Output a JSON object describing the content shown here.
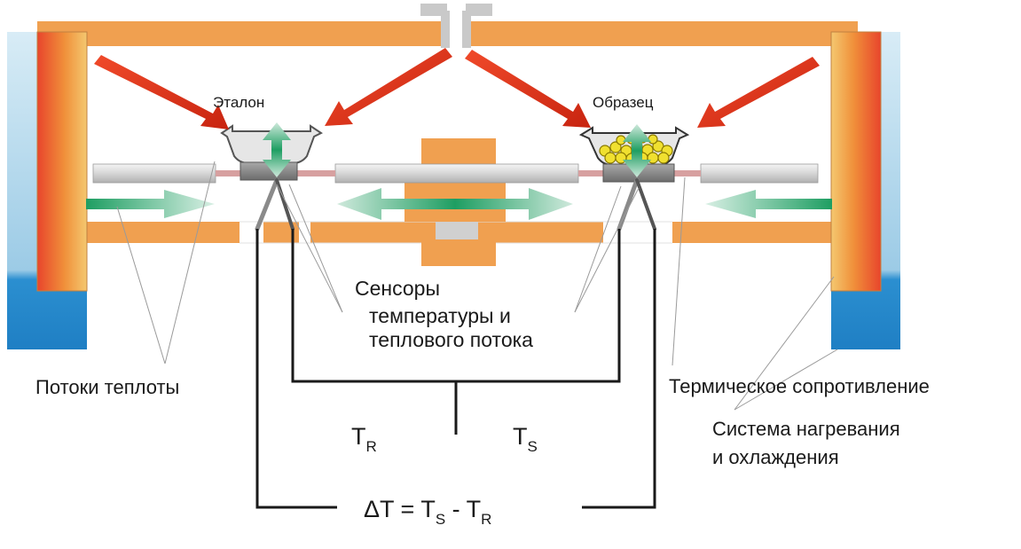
{
  "labels": {
    "reference": "Эталон",
    "sample": "Образец",
    "sensors_line1": "Сенсоры",
    "sensors_line2": "температуры и",
    "sensors_line3": "теплового потока",
    "heat_flows": "Потоки теплоты",
    "thermal_resistance": "Термическое сопротивление",
    "heating_system_line1": "Система нагревания",
    "heating_system_line2": "и охлаждения"
  },
  "formula": {
    "tr_main": "T",
    "tr_sub": "R",
    "ts_main": "T",
    "ts_sub": "S",
    "delta_prefix": "ΔT = T",
    "delta_sub1": "S",
    "delta_mid": " - T",
    "delta_sub2": "R"
  },
  "colors": {
    "furnace_orange": "#f0a050",
    "heater_red": "#e8452c",
    "cooler_blue": "#3a9bd8",
    "arrow_red": "#e23a20",
    "arrow_green": "#1e9e62",
    "sensor_gray": "#8a8a8a",
    "line": "#1a1a1a"
  }
}
